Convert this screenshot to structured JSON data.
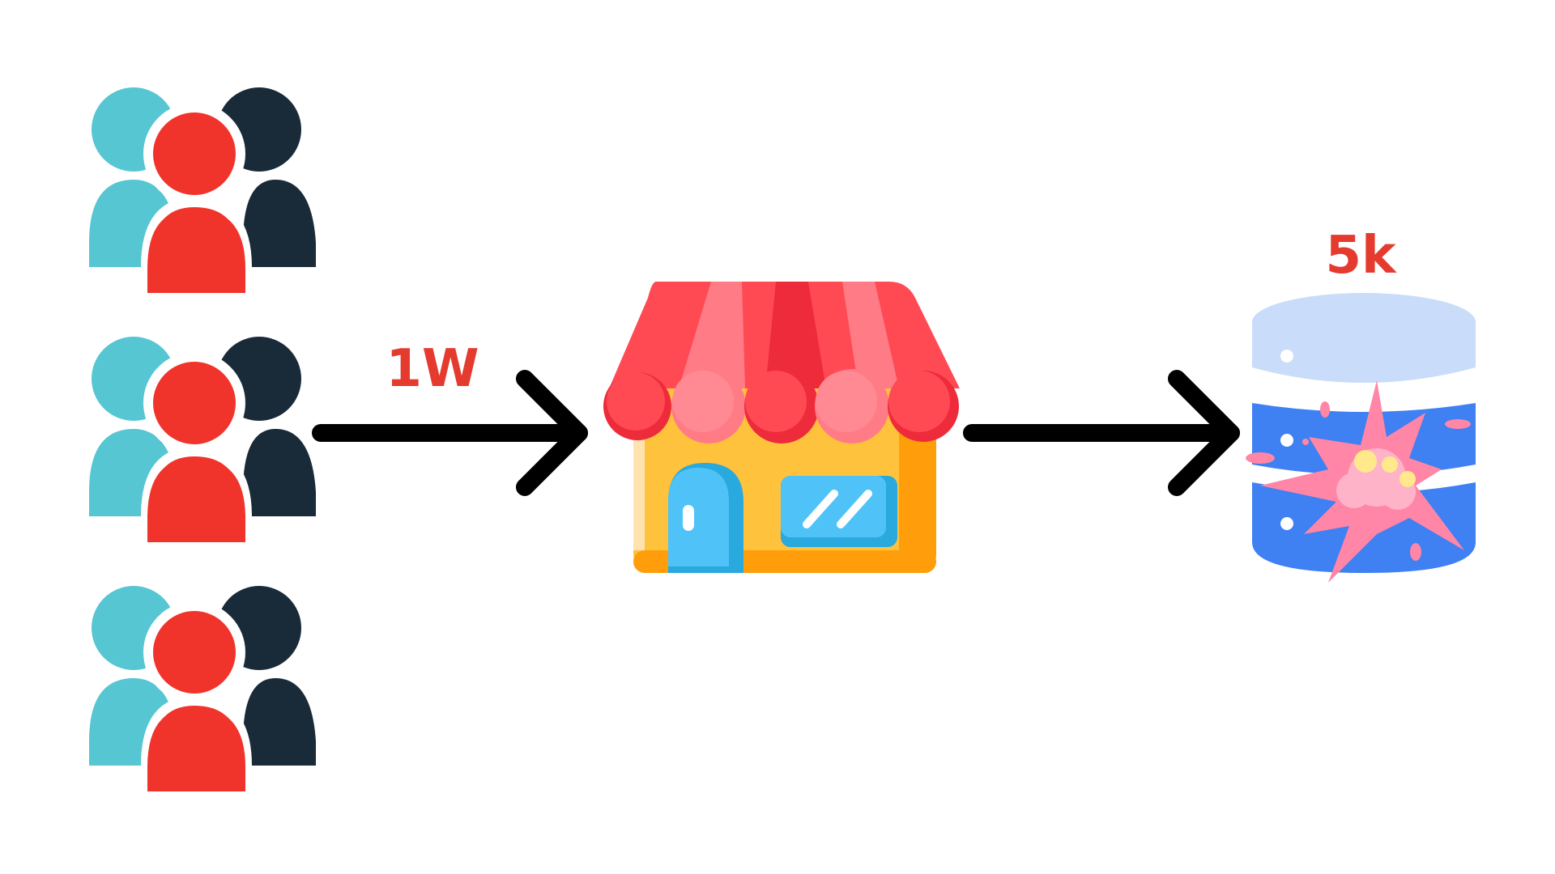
{
  "colors": {
    "background": "#ffffff",
    "person_teal": "#56C6D2",
    "person_red": "#F0342B",
    "person_dark": "#192A39",
    "arrow": "#000000",
    "label_red": "#E53B2E",
    "awning_red": "#FF4A54",
    "awning_pink": "#FF7C86",
    "awning_dark": "#EE2B3B",
    "wall_yellow": "#FFC23D",
    "wall_orange": "#FF9E0A",
    "glass_blue": "#4FC3F7",
    "glass_dark": "#29A9DD",
    "db_top": "#C9DCF9",
    "db_body": "#3F80F2",
    "explosion_pink": "#FF86A6",
    "explosion_light": "#FFB3C8",
    "explosion_yellow": "#FFE98A"
  },
  "diagram": {
    "groups": [
      {
        "name": "users-group-1",
        "icon": "users-icon"
      },
      {
        "name": "users-group-2",
        "icon": "users-icon"
      },
      {
        "name": "users-group-3",
        "icon": "users-icon"
      }
    ],
    "shop_icon": "store-icon",
    "database_icon": "database-overload-icon",
    "arrow_icon": "arrow-right-icon",
    "label_requests": "1W",
    "label_capacity": "5k"
  }
}
